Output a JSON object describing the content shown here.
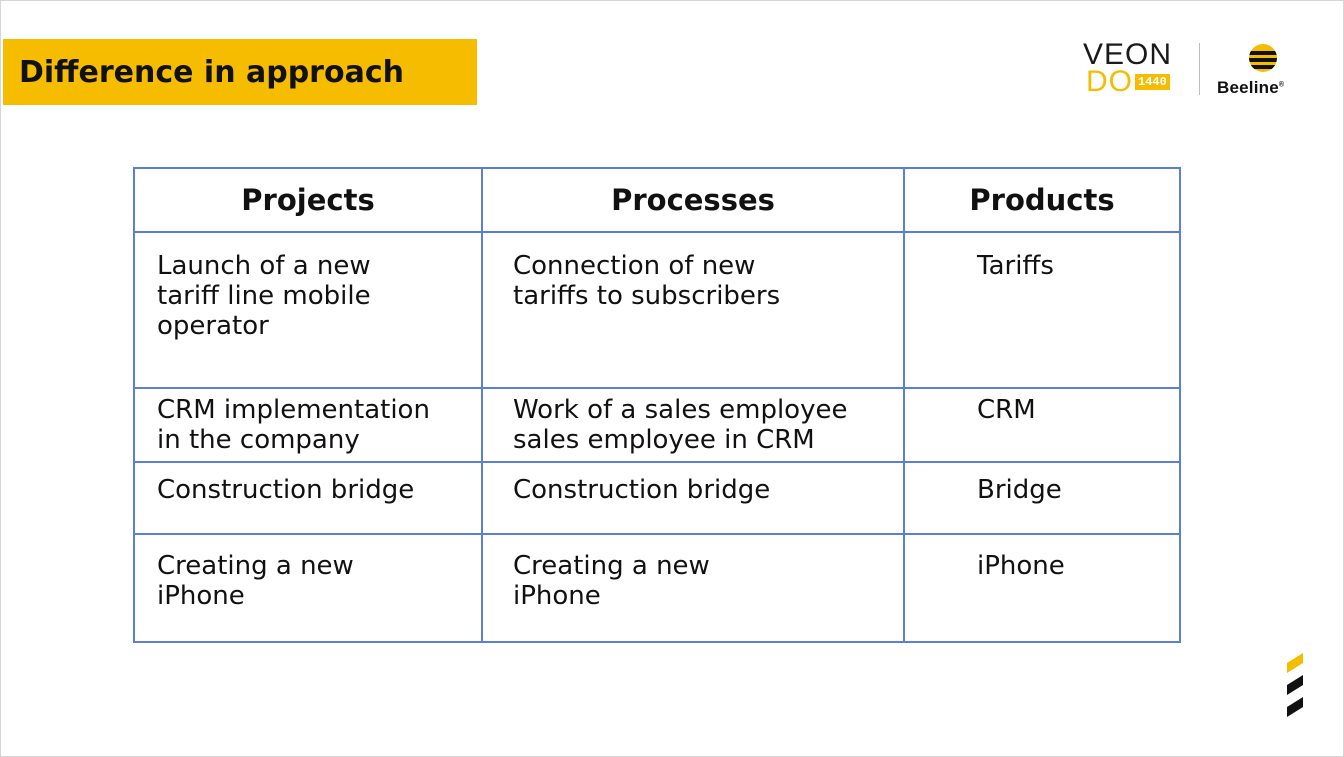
{
  "slide": {
    "title": "Difference in approach",
    "logos": {
      "veon_text": "VEON",
      "do_text": "DO",
      "do_badge": "1440",
      "beeline_text": "Beeline",
      "beeline_mark": "®"
    },
    "colors": {
      "accent_yellow": "#f5bc00",
      "table_border": "#5b7fd6",
      "text": "#111111"
    }
  },
  "table": {
    "headers": [
      "Projects",
      "Processes",
      "Products"
    ],
    "rows": [
      {
        "project": "Launch of a new\ntariff line mobile\noperator",
        "process": "Connection of new\ntariffs to subscribers",
        "product": "Tariffs"
      },
      {
        "project": "CRM implementation\nin the company",
        "process": "Work of a sales employee\nsales employee in CRM",
        "product": "CRM"
      },
      {
        "project": "Construction bridge",
        "process": "Construction bridge",
        "product": "Bridge"
      },
      {
        "project": "Creating a new\niPhone",
        "process": "Creating a new\niPhone",
        "product": "iPhone"
      }
    ]
  }
}
